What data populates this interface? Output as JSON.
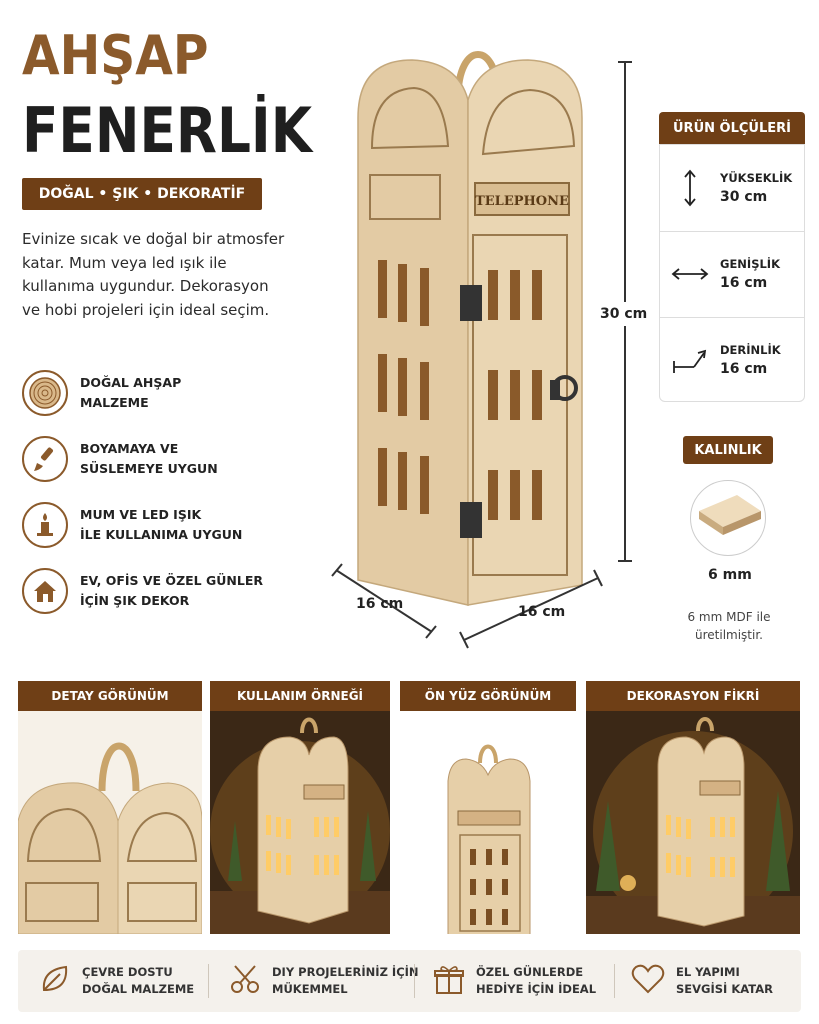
{
  "title": {
    "line1": "AHŞAP",
    "line2": "FENERLİK"
  },
  "tagline": "DOĞAL • ŞIK • DEKORATİF",
  "intro": "Evinize sıcak ve doğal bir atmosfer katar. Mum veya led ışık ile kullanıma uygundur. Dekorasyon ve hobi projeleri için ideal seçim.",
  "features": [
    {
      "icon": "wood-rings-icon",
      "line1": "DOĞAL AHŞAP",
      "line2": "MALZEME"
    },
    {
      "icon": "paintbrush-icon",
      "line1": "BOYAMAYA VE",
      "line2": "SÜSLEMEYE UYGUN"
    },
    {
      "icon": "candle-icon",
      "line1": "MUM VE LED IŞIK",
      "line2": "İLE KULLANIMA UYGUN"
    },
    {
      "icon": "house-icon",
      "line1": "EV, OFİS VE ÖZEL GÜNLER",
      "line2": "İÇİN ŞIK DEKOR"
    }
  ],
  "product": {
    "sign": "TELEPHONE"
  },
  "dimension_labels": {
    "height": "30 cm",
    "width": "16 cm",
    "depth": "16 cm"
  },
  "dimensions_panel": {
    "title": "ÜRÜN ÖLÇÜLERİ",
    "rows": [
      {
        "icon": "vertical-arrow-icon",
        "label": "YÜKSEKLİK",
        "value": "30 cm"
      },
      {
        "icon": "horizontal-arrow-icon",
        "label": "GENİŞLİK",
        "value": "16 cm"
      },
      {
        "icon": "depth-arrow-icon",
        "label": "DERİNLİK",
        "value": "16 cm"
      }
    ]
  },
  "thickness": {
    "title": "KALINLIK",
    "value": "6 mm",
    "note": "6 mm MDF ile üretilmiştir."
  },
  "gallery": [
    {
      "caption": "DETAY GÖRÜNÜM"
    },
    {
      "caption": "KULLANIM ÖRNEĞİ"
    },
    {
      "caption": "ÖN YÜZ GÖRÜNÜM"
    },
    {
      "caption": "DEKORASYON FİKRİ"
    }
  ],
  "bottom": [
    {
      "icon": "leaf-icon",
      "line1": "ÇEVRE DOSTU",
      "line2": "DOĞAL MALZEME"
    },
    {
      "icon": "scissors-icon",
      "line1": "DIY PROJELERİNİZ İÇİN",
      "line2": "MÜKEMMEL"
    },
    {
      "icon": "gift-icon",
      "line1": "ÖZEL GÜNLERDE",
      "line2": "HEDİYE İÇİN İDEAL"
    },
    {
      "icon": "heart-icon",
      "line1": "EL YAPIMI",
      "line2": "SEVGİSİ KATAR"
    }
  ],
  "colors": {
    "brand_brown": "#6f3f16",
    "accent_brown": "#8b5a2b",
    "wood": "#e6cfa8"
  }
}
